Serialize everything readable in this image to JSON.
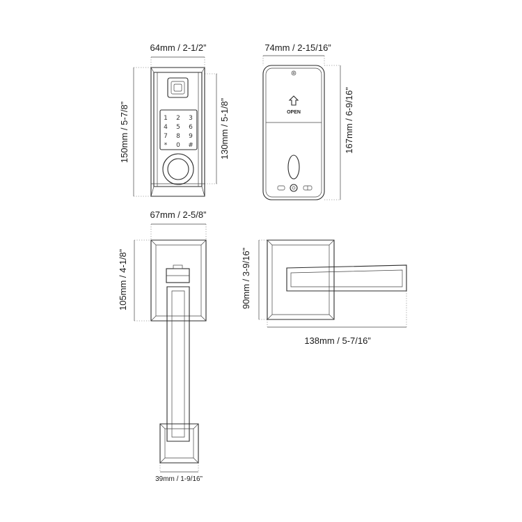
{
  "dimensions": {
    "keypad_width": "64mm / 2-1/2”",
    "keypad_height": "150mm / 5-7/8”",
    "keypad_inner_height": "130mm / 5-1/8”",
    "interior_width": "74mm / 2-15/16”",
    "interior_height": "167mm / 6-9/16”",
    "handleset_width": "67mm  / 2-5/8”",
    "handleset_plate_height": "105mm / 4-1/8”",
    "handle_base_width": "39mm / 1-9/16”",
    "lever_height": "90mm / 3-9/16”",
    "lever_length": "138mm / 5-7/16”"
  },
  "keypad": {
    "rows": [
      [
        "1",
        "2",
        "3"
      ],
      [
        "4",
        "5",
        "6"
      ],
      [
        "7",
        "8",
        "9"
      ],
      [
        "*",
        "0",
        "#"
      ]
    ]
  },
  "interior": {
    "open_label": "OPEN"
  }
}
